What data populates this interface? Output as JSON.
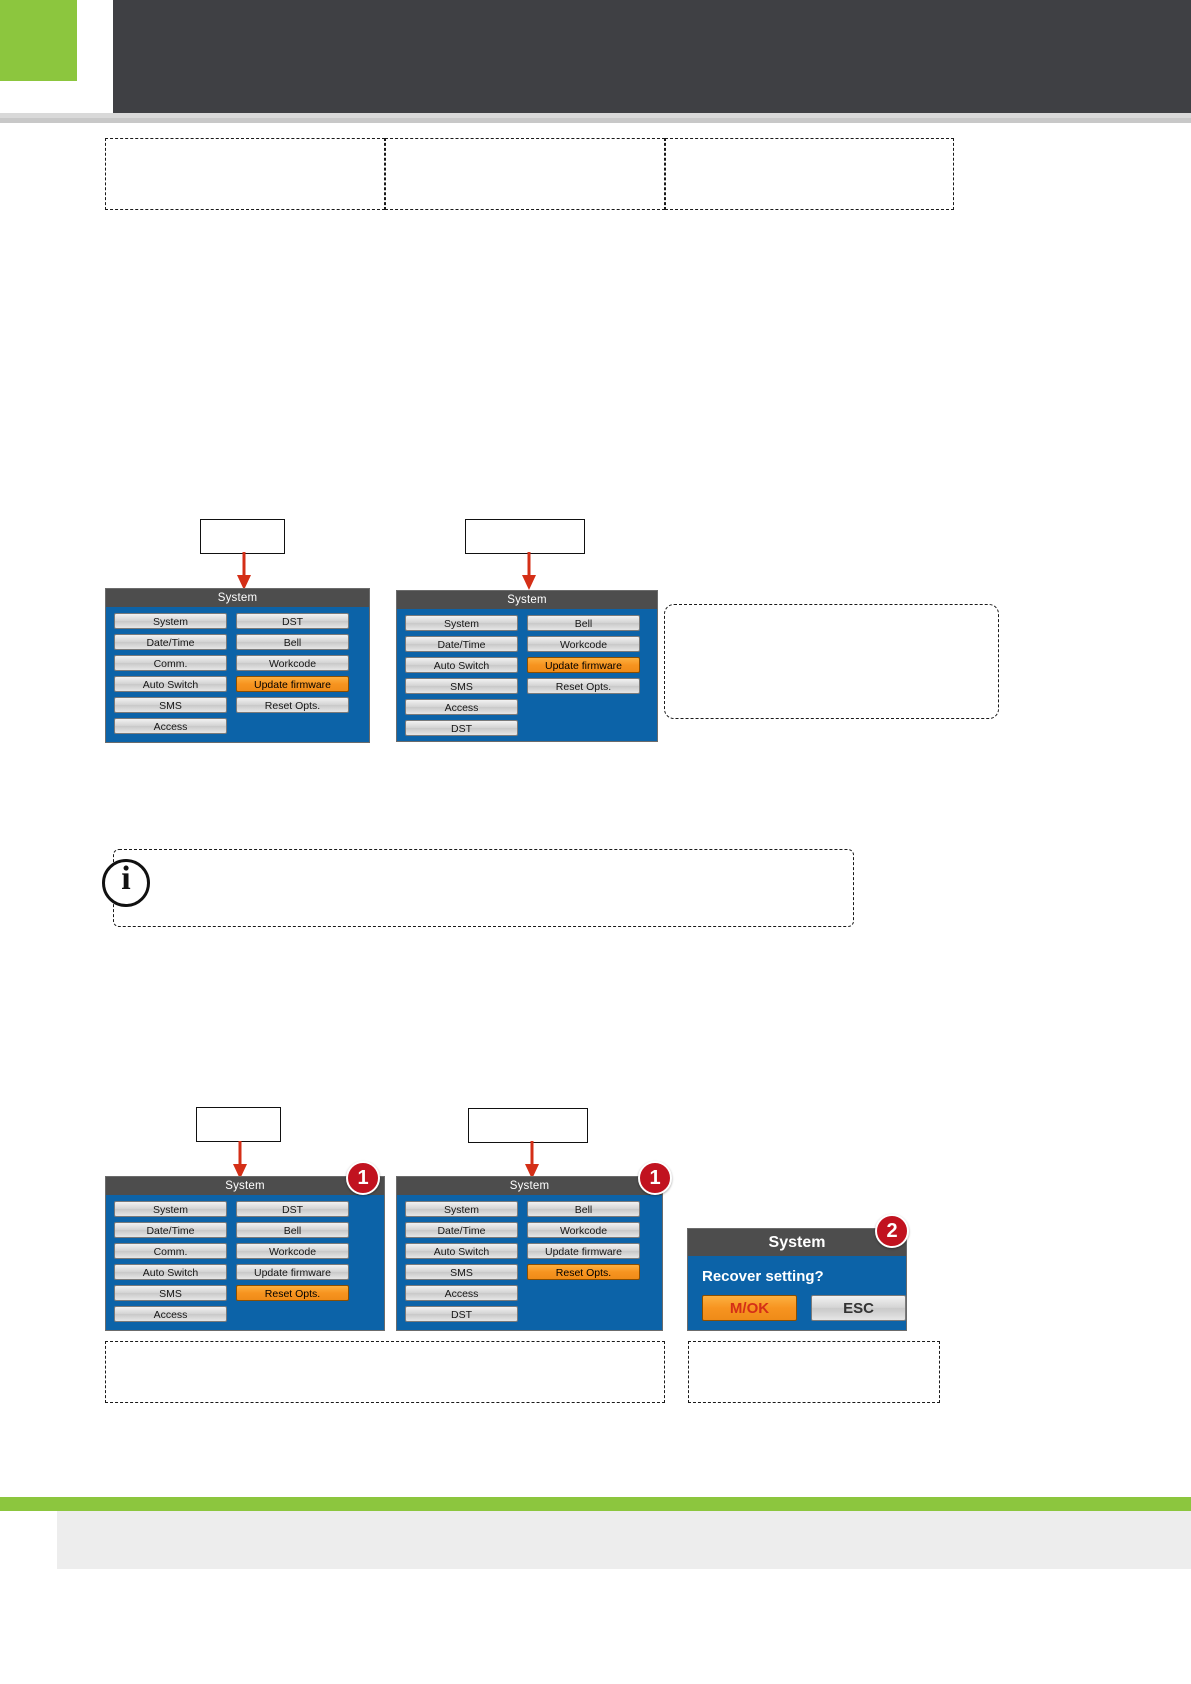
{
  "page": {
    "header_accent_color": "#8cc63e",
    "header_bar_color": "#3f4044",
    "footer_accent_color": "#8cc63e"
  },
  "top_table": {
    "cells": [
      "",
      "",
      ""
    ]
  },
  "figure1": {
    "callout_left": "",
    "callout_right": "",
    "note": "",
    "screen_left": {
      "title": "System",
      "left_column": [
        "System",
        "Date/Time",
        "Comm.",
        "Auto Switch",
        "SMS",
        "Access"
      ],
      "right_column": [
        "DST",
        "Bell",
        "Workcode",
        "Update firmware",
        "Reset Opts."
      ],
      "highlighted": "Update firmware"
    },
    "screen_right": {
      "title": "System",
      "left_column": [
        "System",
        "Date/Time",
        "Auto Switch",
        "SMS",
        "Access",
        "DST"
      ],
      "right_column": [
        "Bell",
        "Workcode",
        "Update firmware",
        "Reset Opts."
      ],
      "highlighted": "Update firmware"
    }
  },
  "info_note": {
    "text": ""
  },
  "figure2": {
    "callout_left": "",
    "callout_right": "",
    "caption_left": "",
    "caption_right": "",
    "badge_1": "1",
    "badge_2": "2",
    "screen_left": {
      "title": "System",
      "left_column": [
        "System",
        "Date/Time",
        "Comm.",
        "Auto Switch",
        "SMS",
        "Access"
      ],
      "right_column": [
        "DST",
        "Bell",
        "Workcode",
        "Update firmware",
        "Reset Opts."
      ],
      "highlighted": "Reset Opts."
    },
    "screen_right": {
      "title": "System",
      "left_column": [
        "System",
        "Date/Time",
        "Auto Switch",
        "SMS",
        "Access",
        "DST"
      ],
      "right_column": [
        "Bell",
        "Workcode",
        "Update firmware",
        "Reset Opts."
      ],
      "highlighted": "Reset Opts."
    },
    "dialog": {
      "title": "System",
      "message": "Recover setting?",
      "ok_label": "M/OK",
      "cancel_label": "ESC"
    }
  },
  "colors": {
    "screen_bg": "#0c63a8",
    "title_bar": "#4d4d4d",
    "highlight": "#f79420",
    "badge": "#c1121f"
  }
}
